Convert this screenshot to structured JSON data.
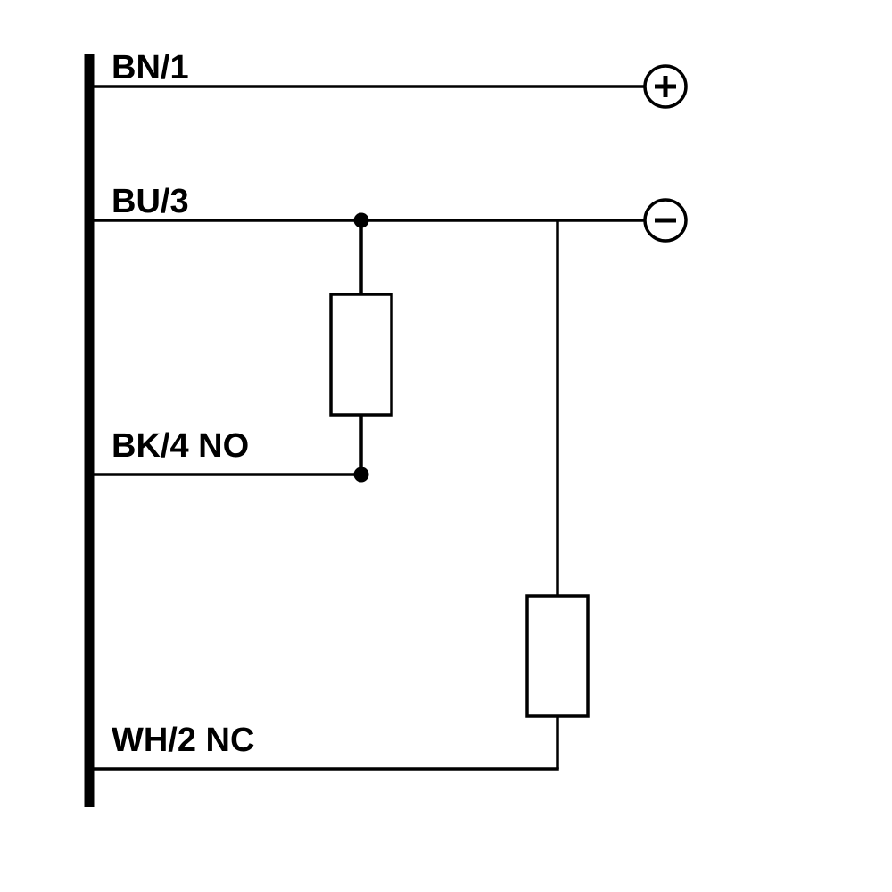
{
  "diagram": {
    "kind": "sensor-wiring-diagram",
    "colors": {
      "line": "#000000",
      "background": "#ffffff"
    },
    "wires": [
      {
        "label": "BN/1",
        "terminal": "+"
      },
      {
        "label": "BU/3",
        "terminal": "−"
      },
      {
        "label": "BK/4 NO",
        "terminal": ""
      },
      {
        "label": "WH/2 NC",
        "terminal": ""
      }
    ],
    "terminals": {
      "positive_symbol": "+",
      "negative_symbol": "−"
    },
    "components": [
      {
        "name": "load-resistor",
        "connects": "BU/3 to BK/4 NO"
      },
      {
        "name": "load-resistor",
        "connects": "BU/3 to WH/2 NC"
      }
    ],
    "icons": {
      "positive_terminal": "plus-icon",
      "negative_terminal": "minus-icon"
    }
  }
}
